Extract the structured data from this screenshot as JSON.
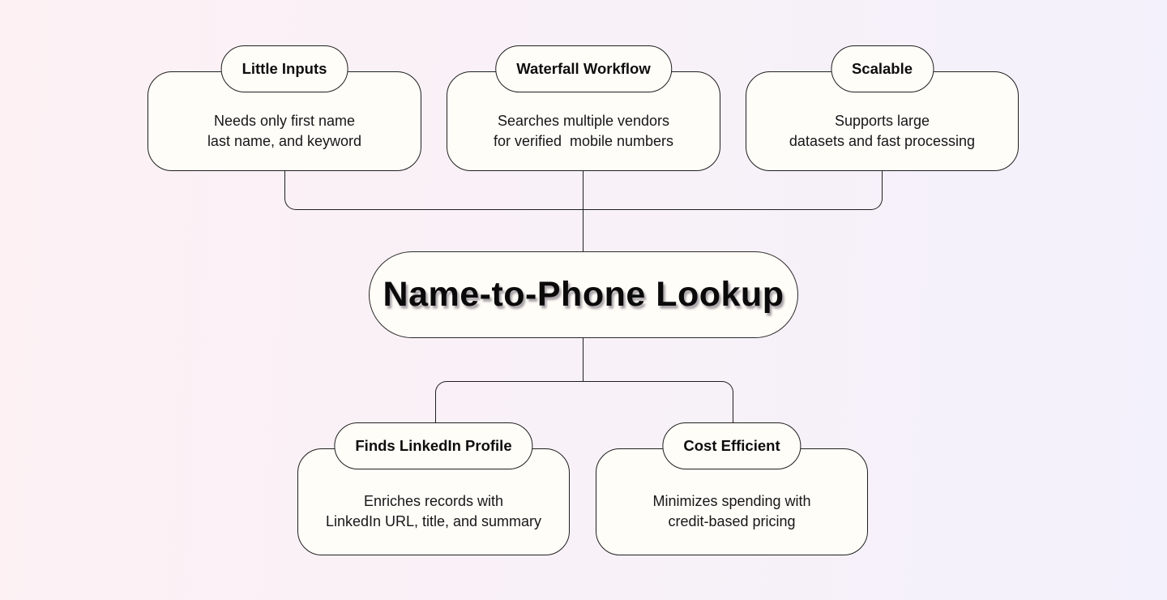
{
  "diagram": {
    "center": {
      "title": "Name-to-Phone Lookup"
    },
    "top_nodes": [
      {
        "label": "Little Inputs",
        "description": "Needs only first name\nlast name, and keyword"
      },
      {
        "label": "Waterfall Workflow",
        "description": "Searches multiple vendors\nfor verified  mobile numbers"
      },
      {
        "label": "Scalable",
        "description": "Supports large\ndatasets and fast processing"
      }
    ],
    "bottom_nodes": [
      {
        "label": "Finds LinkedIn Profile",
        "description": "Enriches records with\nLinkedIn URL, title, and summary"
      },
      {
        "label": "Cost Efficient",
        "description": "Minimizes spending with\ncredit-based pricing"
      }
    ],
    "colors": {
      "background_left": "#fdf1f4",
      "background_right": "#f3f1fb",
      "node_fill": "#fffdf8",
      "line": "#1f1f1f",
      "text": "#161616"
    }
  }
}
